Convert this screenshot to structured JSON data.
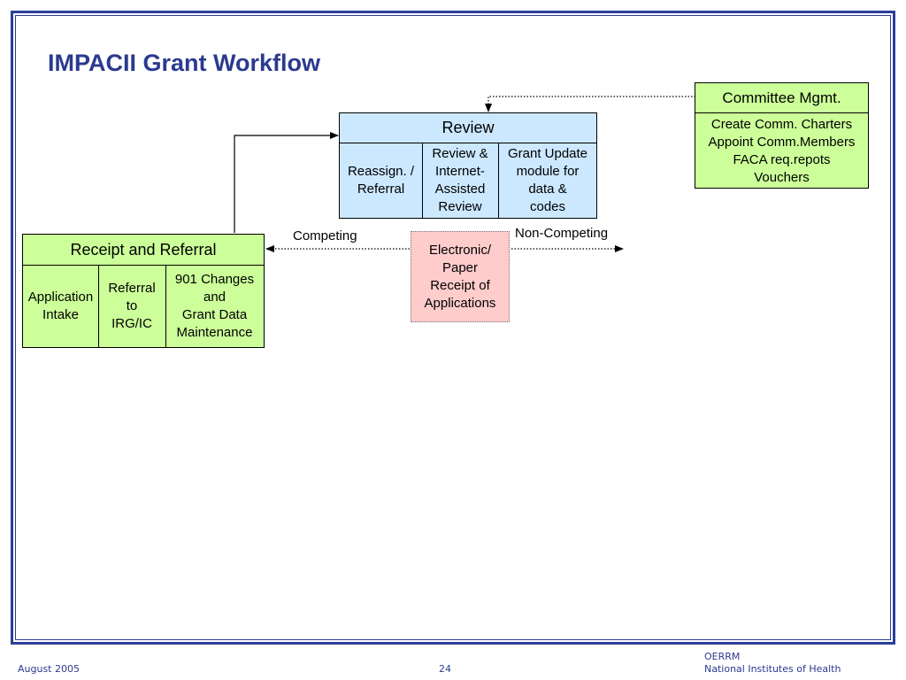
{
  "title": "IMPACII Grant Workflow",
  "review": {
    "header": "Review",
    "cells": [
      {
        "line1": "Reassign. /",
        "line2": "Referral"
      },
      {
        "line1": "Review &",
        "line2": "Internet-",
        "line3": "Assisted",
        "line4": "Review"
      },
      {
        "line1": "Grant Update",
        "line2": "module for",
        "line3": "data &",
        "line4": "codes"
      }
    ]
  },
  "committee": {
    "header": "Committee Mgmt.",
    "lines": [
      "Create Comm. Charters",
      "Appoint Comm.Members",
      "FACA req.repots",
      "Vouchers"
    ]
  },
  "receipt": {
    "header": "Receipt and Referral",
    "cells": [
      {
        "line1": "Application",
        "line2": "Intake"
      },
      {
        "line1": "Referral",
        "line2": "to",
        "line3": "IRG/IC"
      },
      {
        "line1": "901 Changes",
        "line2": "and",
        "line3": "Grant Data",
        "line4": "Maintenance"
      }
    ]
  },
  "electronic": {
    "lines": [
      "Electronic/",
      "Paper",
      "Receipt of",
      "Applications"
    ]
  },
  "labels": {
    "competing": "Competing",
    "non_competing": "Non-Competing"
  },
  "footer": {
    "date": "August  2005",
    "page": "24",
    "org1": "OERRM",
    "org2": "National Institutes of Health"
  },
  "colors": {
    "title": "#2b3a8f",
    "review_fill": "#cce8ff",
    "green_fill": "#ccff99",
    "pink_fill": "#ffcccc",
    "frame": "#2c3e99"
  }
}
